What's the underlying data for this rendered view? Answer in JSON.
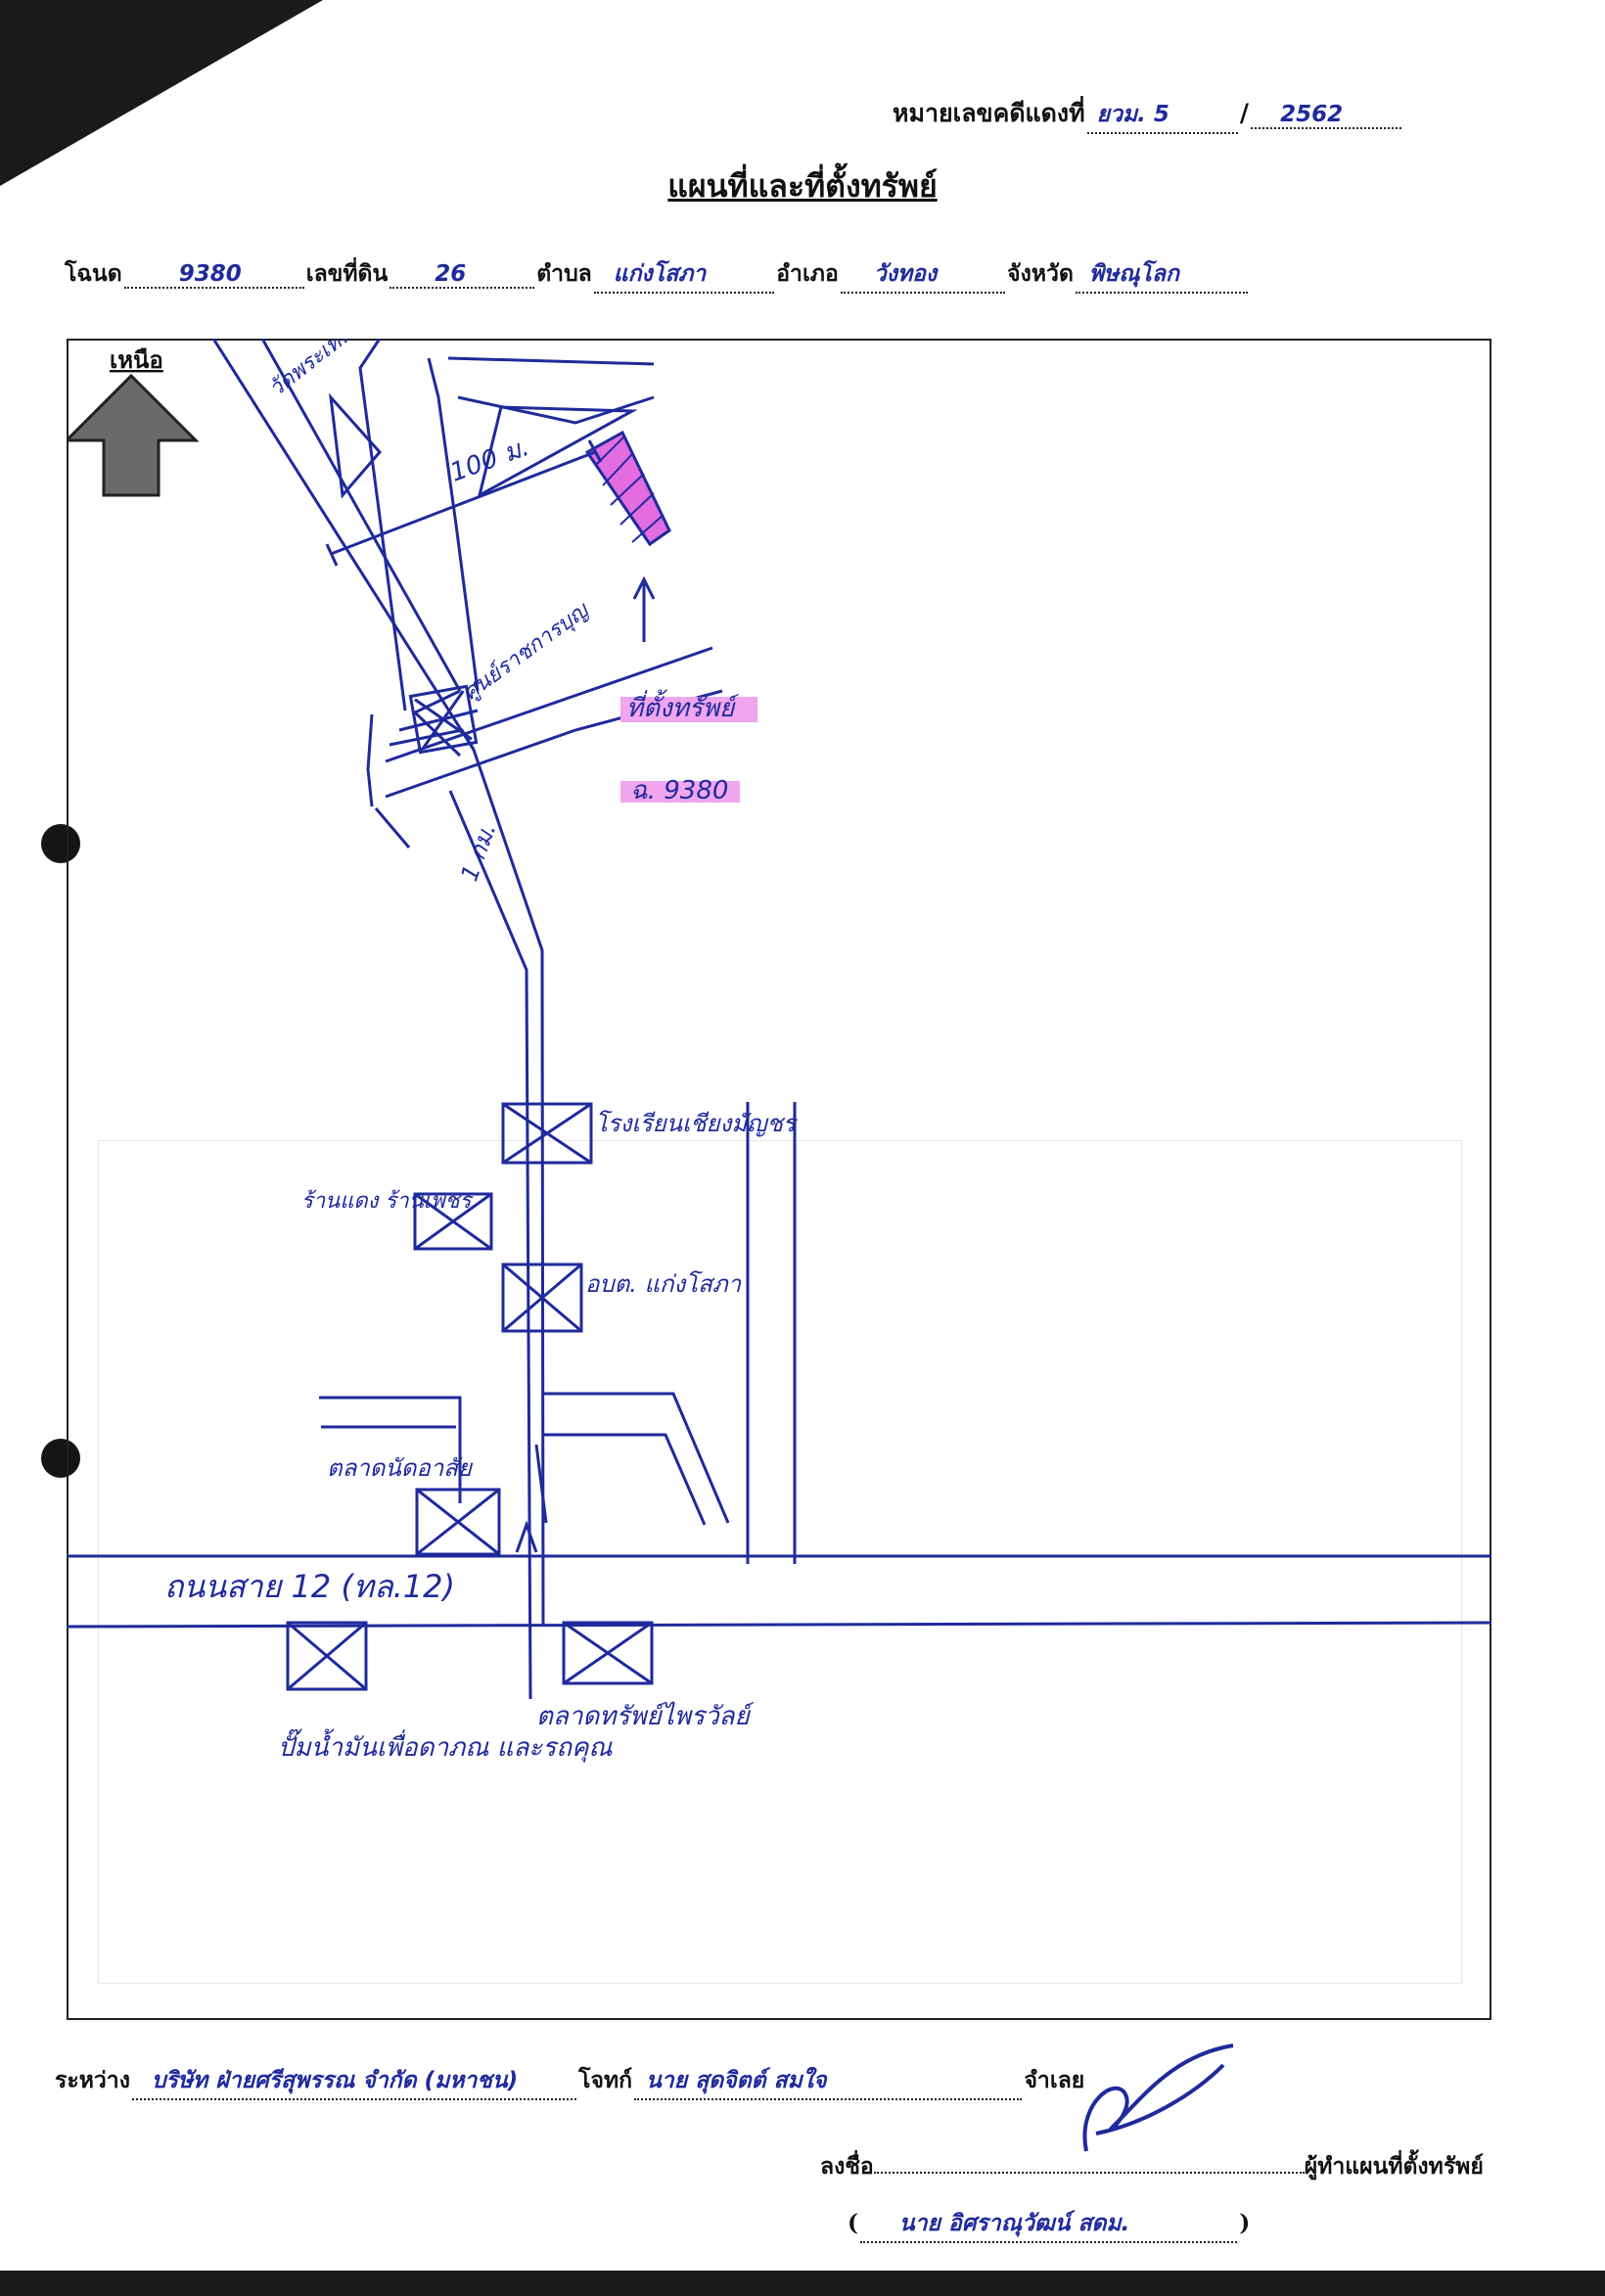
{
  "header": {
    "case_no_label": "หมายเลขคดีแดงที่",
    "case_prefix": "ยวม. 5",
    "separator": "/",
    "case_year": "2562",
    "title": "แผนที่และที่ตั้งทรัพย์"
  },
  "deed": {
    "deed_label": "โฉนด",
    "deed_no": "9380",
    "land_label": "เลขที่ดิน",
    "land_no": "26",
    "subdistrict_label": "ตำบล",
    "subdistrict": "แก่งโสภา",
    "district_label": "อำเภอ",
    "district": "วังทอง",
    "province_label": "จังหวัด",
    "province": "พิษณุโลก"
  },
  "map": {
    "north": "เหนือ",
    "labels": {
      "temple": "วัดพระเทพ ธรรมจักรธรรม",
      "dist_100": "100 ม.",
      "health_center": "ศูนย์ราชการบุญ",
      "property": "ที่ตั้งทรัพย์",
      "deed_ref": "ฉ. 9380",
      "dist_1km": "1 กม.",
      "school": "โรงเรียนเชียงมัญชร",
      "shop": "ร้านแดง ร้านเพชร",
      "tambon_office": "อบต. แก่งโสภา",
      "market": "ตลาดนัดอาสัย",
      "highway": "ถนนสาย 12 (ทล.12)",
      "gas_station": "ปั๊มน้ำมันเพื่อดาภณ และรถคุณ",
      "market2": "ตลาดทรัพย์ไพรวัลย์"
    },
    "colors": {
      "ink": "#1f2a9c",
      "property_fill": "#e26ce0",
      "highlight": "#f0a6ee"
    }
  },
  "footer": {
    "between_label": "ระหว่าง",
    "plaintiff": "บริษัท ฝ่ายศรีสุพรรณ จำกัด (มหาชน)",
    "plaintiff_role": "โจทก์",
    "defendant": "นาย สุดจิตต์ สมใจ",
    "defendant_role": "จำเลย",
    "signed_label": "ลงชื่อ",
    "signer_role": "ผู้ทำแผนที่ตั้งทรัพย์",
    "signer_name": "นาย อิศราณุวัฒน์ สดม.",
    "open_paren": "(",
    "close_paren": ")"
  }
}
